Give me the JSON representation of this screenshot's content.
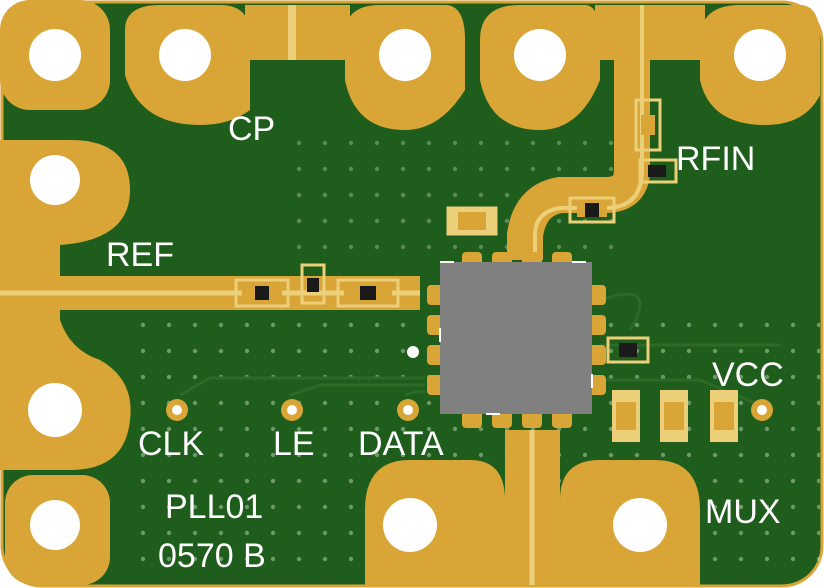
{
  "board": {
    "colors": {
      "mask": "#1f5d1c",
      "copper": "#d9a536",
      "copper_light": "#ecd079",
      "trace": "#2b6b26",
      "drill": "#ffffff",
      "chip": "#808080",
      "silk": "#ffffff",
      "component_dark": "#1a1a1a"
    },
    "labels": {
      "cp": "CP",
      "rfin": "RFIN",
      "ref": "REF",
      "vcc": "VCC",
      "clk": "CLK",
      "le": "LE",
      "data": "DATA",
      "mux": "MUX",
      "board_name": "PLL01",
      "revision": "0570 B"
    }
  }
}
